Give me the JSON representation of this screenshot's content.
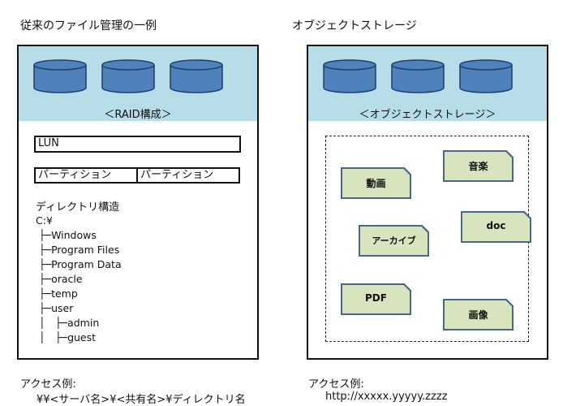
{
  "left": {
    "heading": "従来のファイル管理の一例",
    "band_label": "＜RAID構成＞",
    "lun_label": "LUN",
    "partitions": [
      "パーティション",
      "パーティション"
    ],
    "tree_title": "ディレクトリ構造",
    "tree_root": "C:¥",
    "tree": [
      {
        "prefix": "├─",
        "label": "Windows"
      },
      {
        "prefix": "├─",
        "label": "Program Files"
      },
      {
        "prefix": "├─",
        "label": "Program Data"
      },
      {
        "prefix": "├─",
        "label": "oracle"
      },
      {
        "prefix": "├─",
        "label": "temp"
      },
      {
        "prefix": "├─",
        "label": "user"
      },
      {
        "prefix": "│　├─",
        "label": "admin"
      },
      {
        "prefix": "│　├─",
        "label": "guest"
      }
    ],
    "access_label": "アクセス例:",
    "access_example": "¥¥<サーバ名>¥<共有名>¥ディレクトリ名"
  },
  "right": {
    "heading": "オブジェクトストレージ",
    "band_label": "＜オブジェクトストレージ＞",
    "objects": [
      "動画",
      "音楽",
      "アーカイブ",
      "doc",
      "PDF",
      "画像"
    ],
    "access_label": "アクセス例:",
    "access_example": "http://xxxxx.yyyyy.zzzz"
  },
  "colors": {
    "band": "#b7dde8",
    "cylinder_fill": "#4f81bd",
    "cylinder_stroke": "#1f3f66",
    "object_fill": "#d7e4bd",
    "object_stroke": "#4a6785"
  }
}
